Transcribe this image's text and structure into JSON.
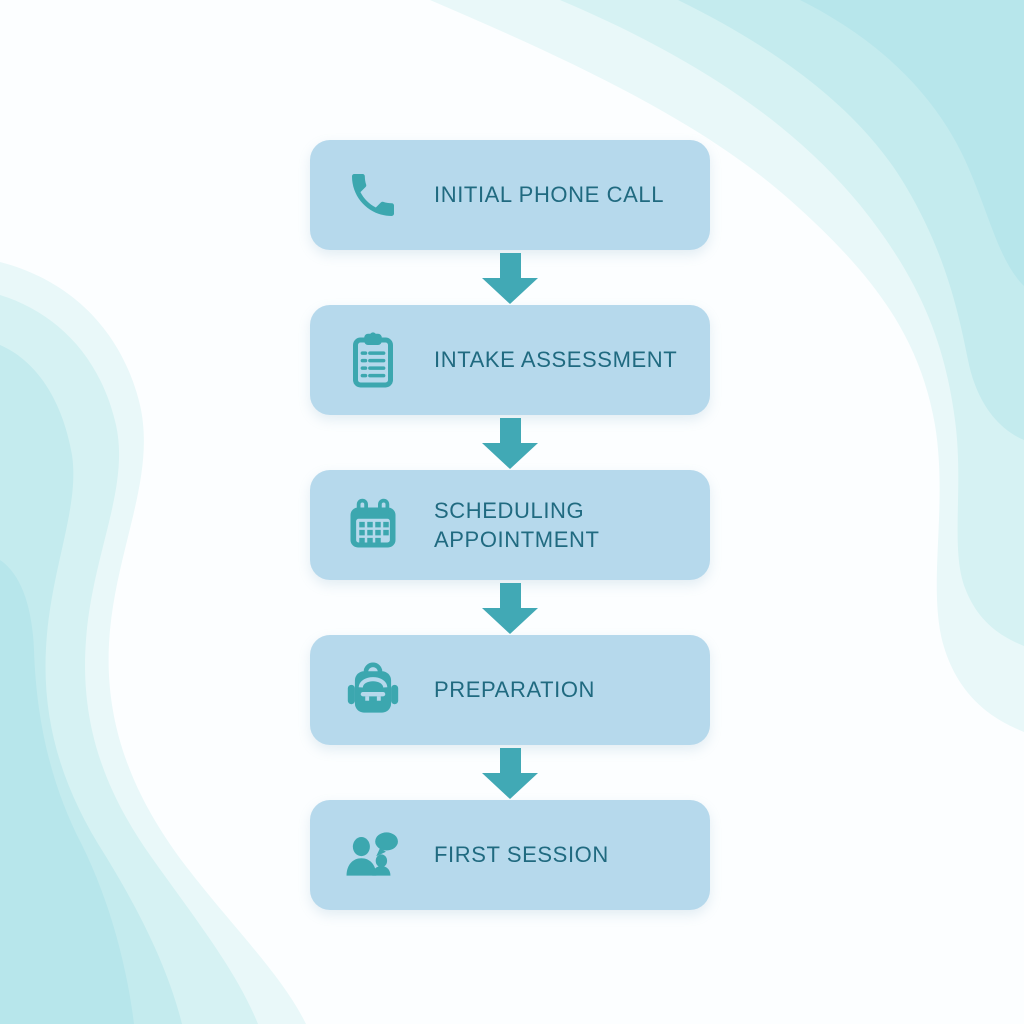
{
  "diagram": {
    "type": "vertical-flowchart",
    "steps": [
      {
        "name": "initial-phone-call",
        "icon": "phone-icon",
        "lines": [
          "INITIAL PHONE CALL"
        ]
      },
      {
        "name": "intake-assessment",
        "icon": "clipboard-checklist-icon",
        "lines": [
          "INTAKE ASSESSMENT"
        ]
      },
      {
        "name": "scheduling-appointment",
        "icon": "calendar-icon",
        "lines": [
          "SCHEDULING",
          "APPOINTMENT"
        ]
      },
      {
        "name": "preparation",
        "icon": "backpack-icon",
        "lines": [
          "PREPARATION"
        ]
      },
      {
        "name": "first-session",
        "icon": "people-chat-icon",
        "lines": [
          "FIRST SESSION"
        ]
      }
    ],
    "connector": "down-arrow"
  },
  "colors": {
    "step_fill": "#b6d9ec",
    "step_text": "#206a80",
    "icon_teal": "#3ca7af",
    "arrow_teal": "#41a9b5",
    "bg": "#fcfeff",
    "wave_1": "#e9f8f9",
    "wave_2": "#d6f2f3",
    "wave_3": "#c4ebee",
    "wave_4": "#b7e6eb"
  }
}
